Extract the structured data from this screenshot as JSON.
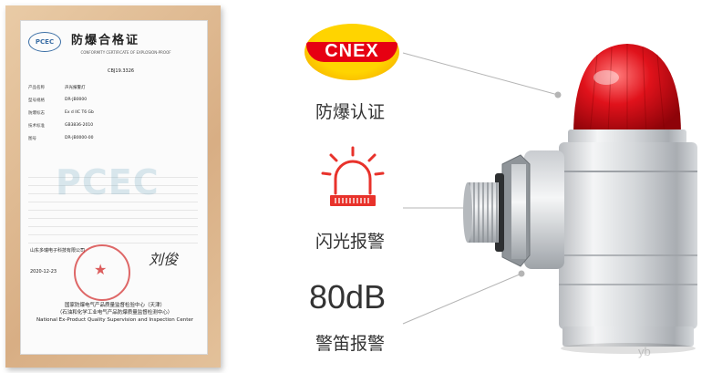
{
  "certificate": {
    "logo": "PCEC",
    "title": "防爆合格证",
    "subtitle_en": "CONFORMITY CERTIFICATE OF EXPLOSION-PROOF",
    "number": "CBJ19.3326",
    "rows": [
      {
        "k": "产品名称",
        "v": "声光报警灯"
      },
      {
        "k": "型号规格",
        "v": "DR-JB0000"
      },
      {
        "k": "防爆标志",
        "v": "Ex d IIC T6 Gb"
      },
      {
        "k": "技术标准",
        "v": "GB3836-2010"
      },
      {
        "k": "图号",
        "v": "DR-JB0000-00"
      }
    ],
    "watermark": "PCEC",
    "company": "山东多瑞电子科技有限公司",
    "date": "2020-12-23",
    "signature": "刘俊",
    "footer_cn": "国家防爆电气产品质量监督检验中心（天津）",
    "footer_cn2": "（石油和化学工业电气产品防爆质量监督检测中心）",
    "footer_en": "National Ex-Product Quality Supervision and Inspection Center"
  },
  "features": {
    "cnex_logo": "CNEX",
    "cnex_label": "防爆认证",
    "flash_label": "闪光报警",
    "db_value": "80dB",
    "sound_label": "警笛报警"
  },
  "colors": {
    "cnex_red": "#e60012",
    "cnex_yellow": "#ffd400",
    "alarm_red": "#e8322b",
    "lamp_red": "#e0121b"
  },
  "watermark_corner": "yb"
}
